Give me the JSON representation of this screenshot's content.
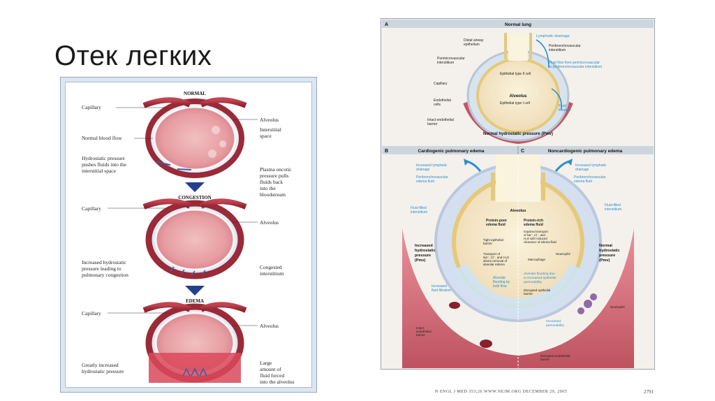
{
  "slide": {
    "title": "Отек легких"
  },
  "left_figure": {
    "stages": {
      "normal": "NORMAL",
      "congestion": "CONGESTION",
      "edema": "EDEMA"
    },
    "labels": {
      "capillary": "Capillary",
      "normal_blood_flow": "Normal blood flow",
      "hydrostatic_1": "Hydrostatic pressure",
      "hydrostatic_2": "pushes fluids into the",
      "hydrostatic_3": "interstitial space",
      "alveolus": "Alveolus",
      "interstitial_1": "Interstitial",
      "interstitial_2": "space",
      "oncotic_1": "Plasma oncotic",
      "oncotic_2": "pressure pulls",
      "oncotic_3": "fluids back",
      "oncotic_4": "into the",
      "oncotic_5": "bloodstream",
      "increased_1": "Increased hydrostatic",
      "increased_2": "pressure leading to",
      "increased_3": "pulmonary congestion",
      "congested_1": "Congested",
      "congested_2": "interstitium",
      "greatly_1": "Greatly increased",
      "greatly_2": "hydrostatic pressure",
      "large_1": "Large",
      "large_2": "amount of",
      "large_3": "fluid forced",
      "large_4": "into the alveolus"
    }
  },
  "right_figure": {
    "panel_a": {
      "letter": "A",
      "title": "Normal lung",
      "lymphatic": "Lymphatic drainage",
      "peribronchovascular_1": "Peribronchovascular",
      "peribronchovascular_2": "interstitium",
      "fluid_flow_1": "Fluid flow from perimicrovascular",
      "fluid_flow_2": "to peribronchovascular interstitium",
      "distal_1": "Distal airway",
      "distal_2": "epithelium",
      "perimicro_1": "Perimicrovascular",
      "perimicro_2": "interstitium",
      "type2": "Epithelial type II cell",
      "capillary": "Capillary",
      "alveolus": "Alveolus",
      "endothelial_1": "Endothelial",
      "endothelial_2": "cells",
      "type1": "Epithelial type I cell",
      "intact_1": "Intact endothelial",
      "intact_2": "barrier",
      "fluid_filtration_1": "Fluid",
      "fluid_filtration_2": "filtration",
      "pressure": "Normal hydrostatic pressure (Pmv)"
    },
    "panel_b": {
      "letter": "B",
      "title": "Cardiogenic pulmonary edema",
      "increased_lymph_1": "Increased lymphatic",
      "increased_lymph_2": "drainage",
      "peribronch_1": "Peribronchovascular",
      "peribronch_2": "edema fluid",
      "fluid_filled_1": "Fluid-filled",
      "fluid_filled_2": "interstitium",
      "protein_poor_1": "Protein-poor",
      "protein_poor_2": "edema fluid",
      "tight_1": "Tight epithelial",
      "tight_2": "barrier",
      "transport_1": "Transport of",
      "transport_2": "Na⁺, Cl⁻, and H₂O",
      "transport_3": "drives removal of",
      "transport_4": "alveolar edema",
      "increased_hp_1": "Increased",
      "increased_hp_2": "hydrostatic",
      "increased_hp_3": "pressure",
      "increased_hp_4": "(Pmv)",
      "increased_filt_1": "Increased",
      "increased_filt_2": "fluid filtration",
      "bulk_1": "Alveolar",
      "bulk_2": "flooding by",
      "bulk_3": "bulk flow",
      "intact_1": "Intact",
      "intact_2": "endothelial",
      "intact_3": "barrier"
    },
    "panel_c": {
      "letter": "C",
      "title": "Noncardiogenic pulmonary edema",
      "increased_lymph_1": "Increased lymphatic",
      "increased_lymph_2": "drainage",
      "peribronch_1": "Peribronchovascular",
      "peribronch_2": "edema fluid",
      "fluid_filled_1": "Fluid-filled",
      "fluid_filled_2": "interstitium",
      "alveolus": "Alveolus",
      "protein_rich_1": "Protein-rich",
      "protein_rich_2": "edema fluid",
      "impaired_1": "Impaired transport",
      "impaired_2": "of Na⁺, Cl⁻, and",
      "impaired_3": "H₂O with reduced",
      "impaired_4": "clearance of edema fluid",
      "neutrophil": "Neutrophil",
      "macrophage": "Macrophage",
      "normal_hp_1": "Normal",
      "normal_hp_2": "hydrostatic",
      "normal_hp_3": "pressure",
      "normal_hp_4": "(Pmv)",
      "flooding_1": "Alveolar flooding due",
      "flooding_2": "to increased epithelial",
      "flooding_3": "permeability",
      "disrupted_epi_1": "Disrupted epithelial",
      "disrupted_epi_2": "barrier",
      "neutrophil_2": "Neutrophil",
      "increased_perm_1": "Increased",
      "increased_perm_2": "permeability",
      "disrupted_endo_1": "Disrupted endothelial",
      "disrupted_endo_2": "barrier"
    },
    "footer_left": "N ENGL J MED 353;26    WWW.NEJM.ORG    DECEMBER 29, 2005",
    "footer_right": "2791"
  },
  "colors": {
    "vessel": "#b83a48",
    "alveolus": "#e9a3a7",
    "interstitium": "#e8eef5",
    "arrow_stage": "#233f8f",
    "fluid_blue": "#2a8fd0",
    "edema_fill": "#d9495a"
  }
}
